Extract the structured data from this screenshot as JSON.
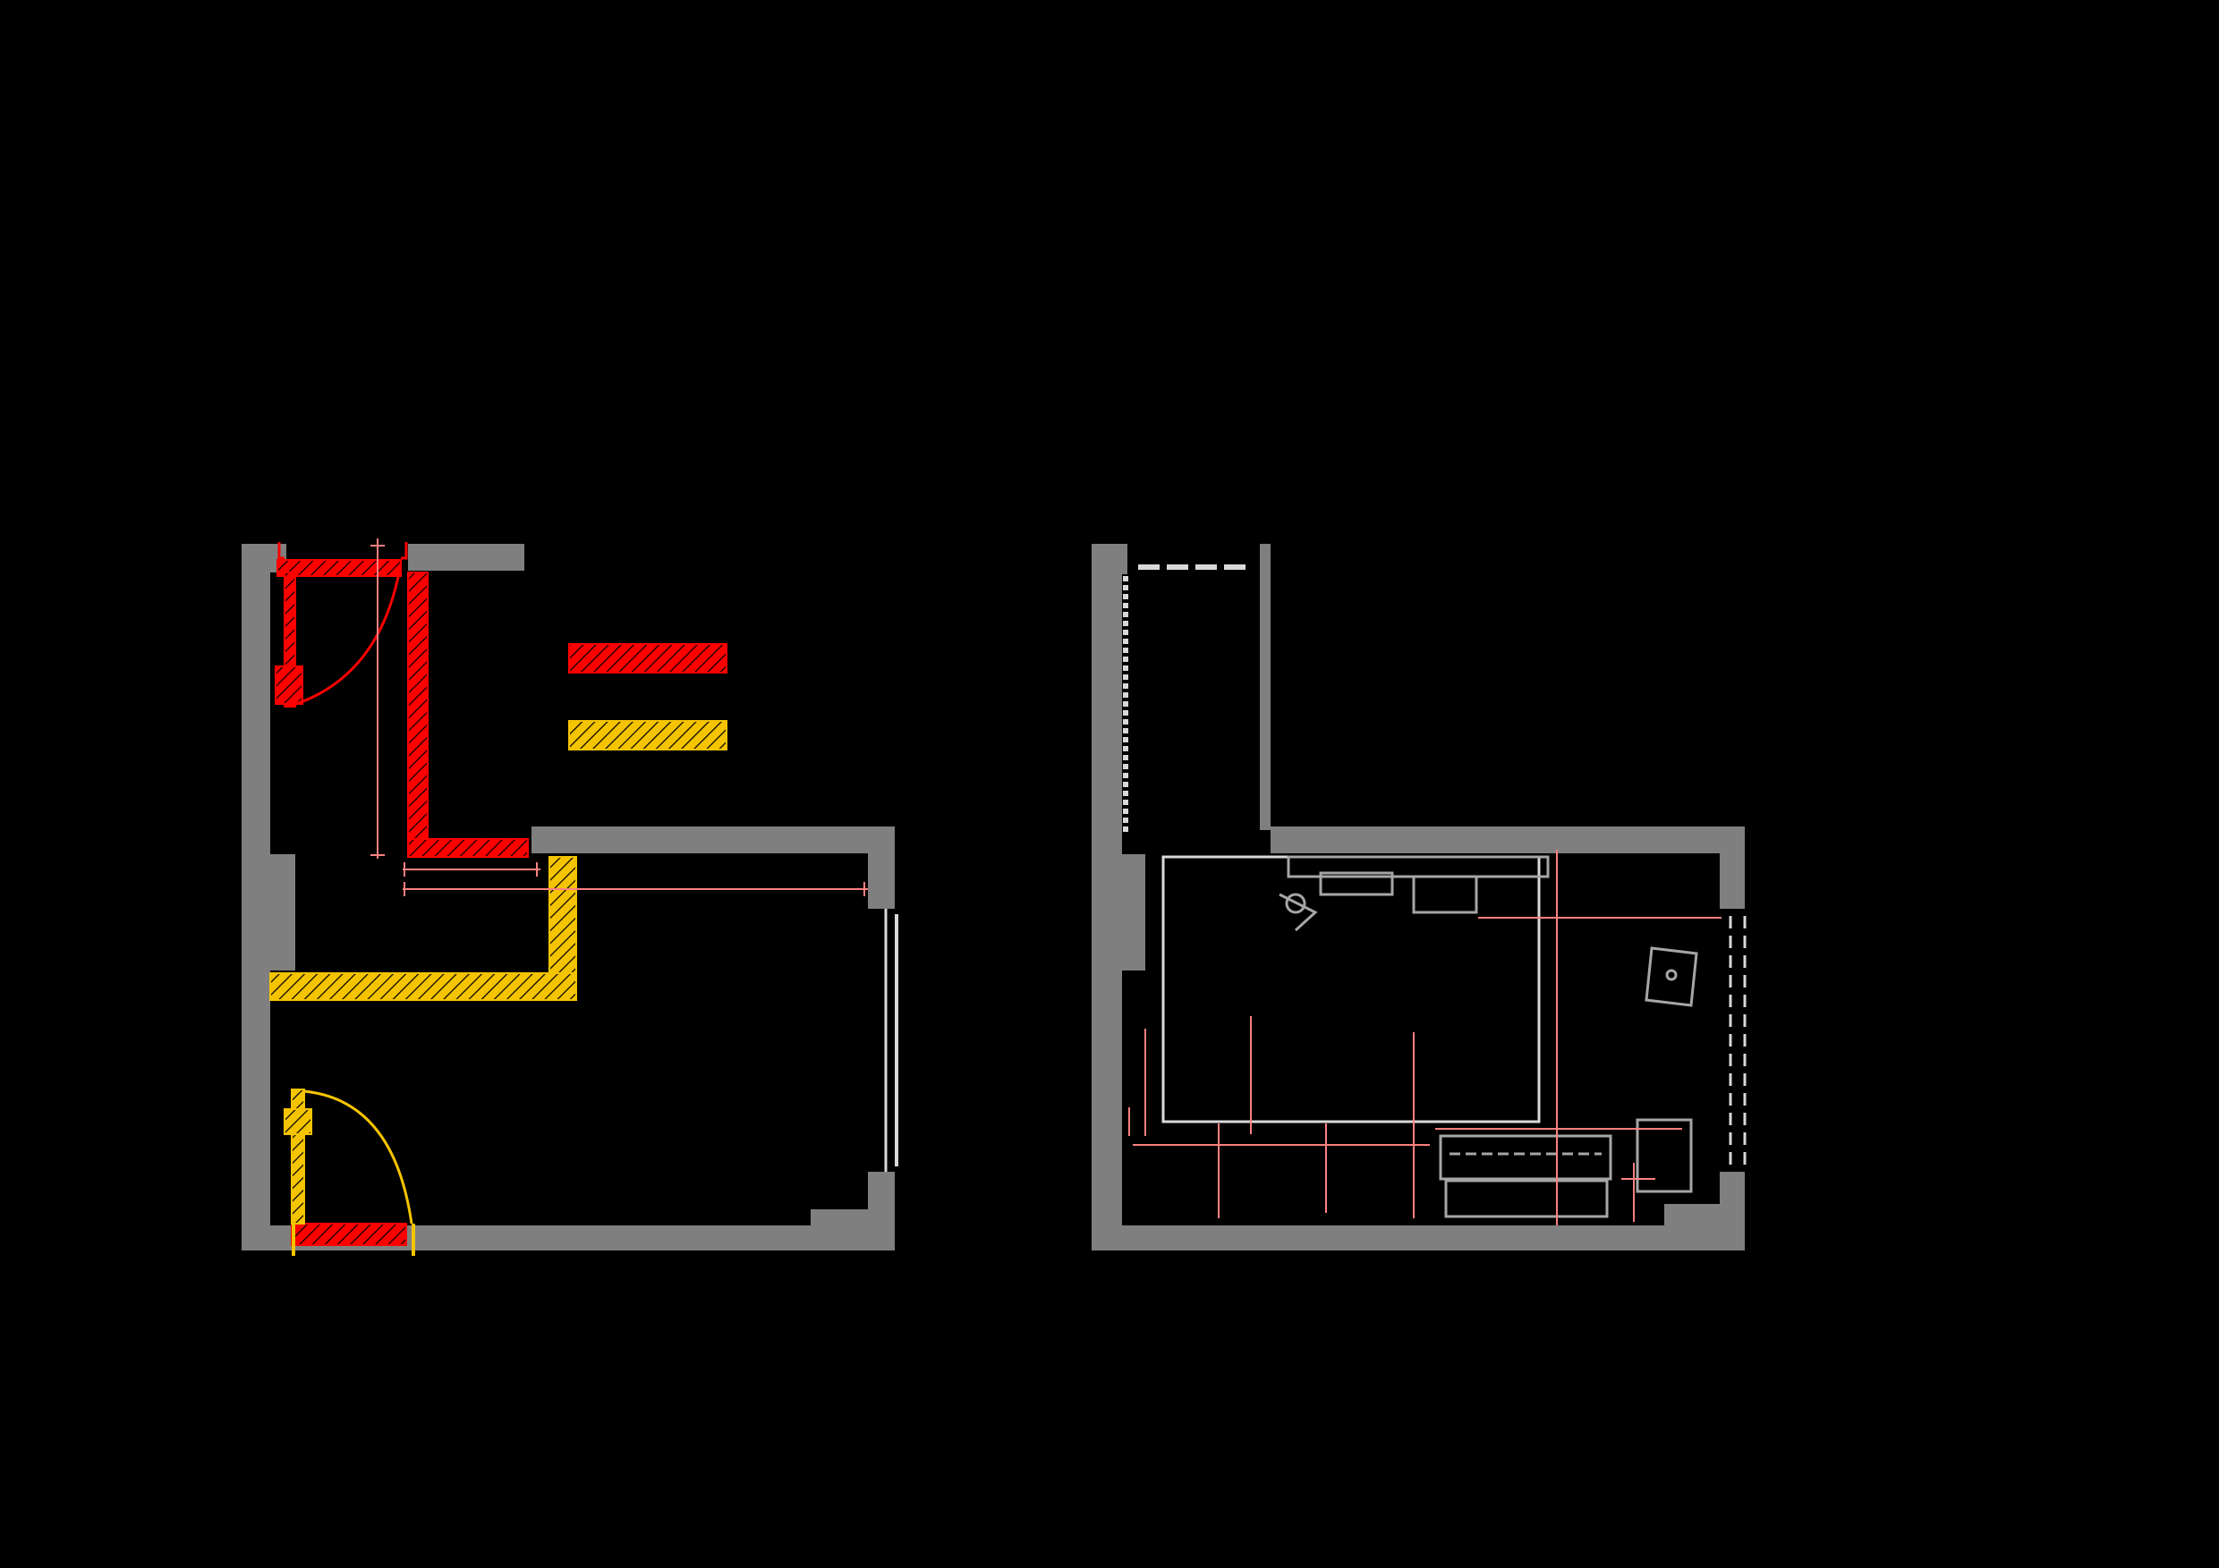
{
  "drawing": {
    "background": "#000000",
    "colors": {
      "wall": "#7f7f7f",
      "demolish": "#ff0000",
      "construct": "#f5c400",
      "dimension": "#ff8080",
      "furniture": "#a6a6a6",
      "linework": "#d9d9d9"
    }
  },
  "legend": {
    "items": [
      {
        "key": "demolish",
        "icon": "red-hatched-legend-swatch"
      },
      {
        "key": "construct",
        "icon": "yellow-hatched-legend-swatch"
      }
    ]
  },
  "plans": [
    {
      "key": "existing-and-alterations-plan"
    },
    {
      "key": "furnishing-and-dimensions-plan"
    }
  ]
}
